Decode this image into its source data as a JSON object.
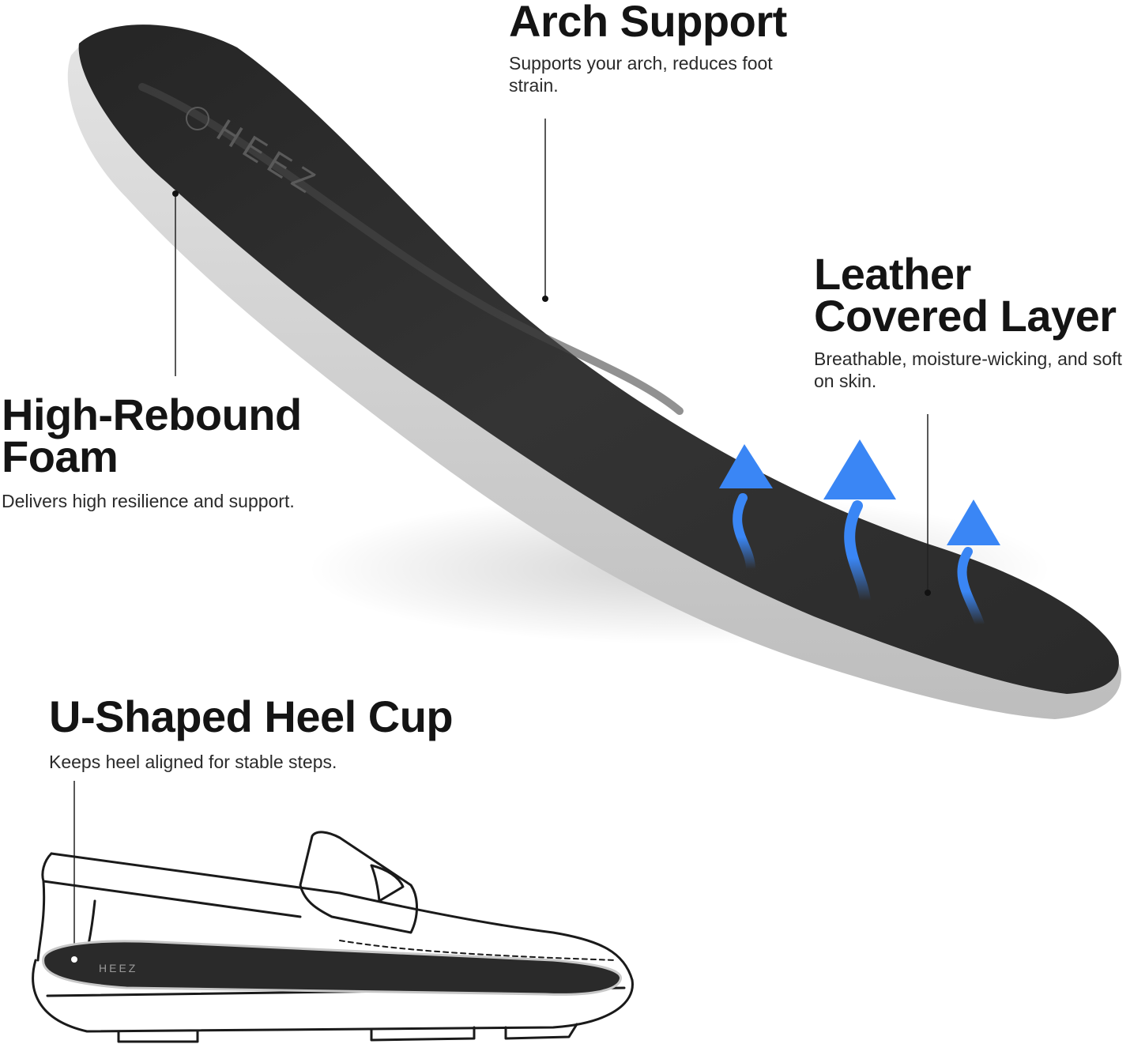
{
  "brand": {
    "logo_text": "HEEZ"
  },
  "colors": {
    "insole_top": "#2b2b2b",
    "insole_foam": "#d9d9d9",
    "arrow_blue": "#3a86f5",
    "text": "#141414"
  },
  "features": {
    "arch_support": {
      "title": "Arch Support",
      "desc": "Supports your arch, reduces foot strain."
    },
    "leather_layer": {
      "title": "Leather Covered Layer",
      "desc": "Breathable, moisture-wicking, and soft on skin."
    },
    "rebound_foam": {
      "title": "High-Rebound Foam",
      "desc": "Delivers high resilience and support."
    },
    "heel_cup": {
      "title": "U-Shaped Heel Cup",
      "desc": "Keeps heel aligned for stable steps."
    }
  },
  "icons": [
    "breathable-arrow-icon",
    "callout-dot-icon",
    "loafer-shoe-illustration"
  ]
}
